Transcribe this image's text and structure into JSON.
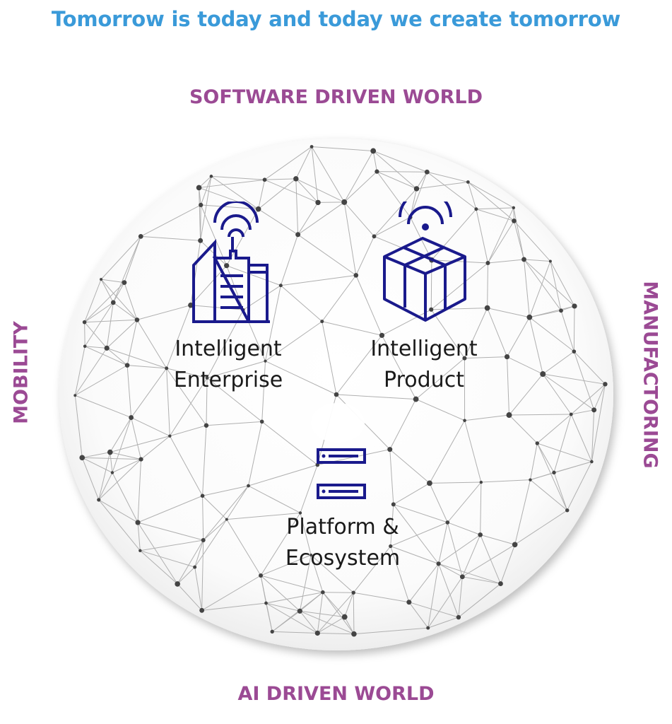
{
  "headline": "Tomorrow is today and today we create tomorrow",
  "axes": {
    "top": "SOFTWARE DRIVEN WORLD",
    "bottom": "AI DRIVEN WORLD",
    "left": "MOBILITY",
    "right": "MANUFACTORING"
  },
  "nodes": {
    "enterprise": {
      "line1": "Intelligent",
      "line2": "Enterprise"
    },
    "product": {
      "line1": "Intelligent",
      "line2": "Product"
    },
    "platform": {
      "line1": "Platform &",
      "line2": "Ecosystem"
    }
  },
  "colors": {
    "headline": "#3a9ad9",
    "axis_labels": "#9b4a94",
    "icons": "#1a1a8c",
    "network": "#b0b0b0"
  },
  "icons": {
    "enterprise": "building-wifi-icon",
    "product": "box-wifi-icon",
    "platform": "server-stack-icon"
  }
}
